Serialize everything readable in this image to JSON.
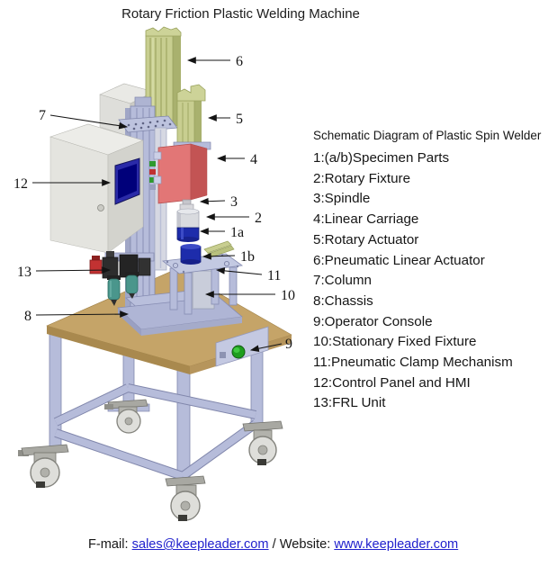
{
  "title": "Rotary Friction Plastic Welding Machine",
  "legend": {
    "heading": "Schematic Diagram of Plastic Spin Welder",
    "items": [
      "1:(a/b)Specimen Parts",
      "2:Rotary Fixture",
      "3:Spindle",
      "4:Linear Carriage",
      "5:Rotary Actuator",
      "6:Pneumatic Linear Actuator",
      "7:Column",
      "8:Chassis",
      "9:Operator Console",
      "10:Stationary Fixed Fixture",
      "11:Pneumatic Clamp Mechanism",
      "12:Control Panel and HMI",
      "13:FRL Unit"
    ]
  },
  "callouts": [
    "6",
    "5",
    "7",
    "4",
    "12",
    "3",
    "2",
    "1a",
    "1b",
    "13",
    "11",
    "10",
    "8",
    "9"
  ],
  "footer": {
    "prefix": "F-mail: ",
    "email": "sales@keepleader.com",
    "middle": " / Website: ",
    "website": "www.keepleader.com"
  },
  "colors": {
    "link_blue": "#2121cd",
    "table_top_tan": "#c5a468",
    "frame_lavender": "#b6bcda",
    "actuator_olive": "#c8ce90",
    "carriage_red": "#e27676",
    "specimen_blue": "#1d2cab",
    "hmi_screen_blue": "#00007a",
    "console_button_green": "#1e9e1e",
    "frl_bowl_teal": "#4a968c"
  }
}
